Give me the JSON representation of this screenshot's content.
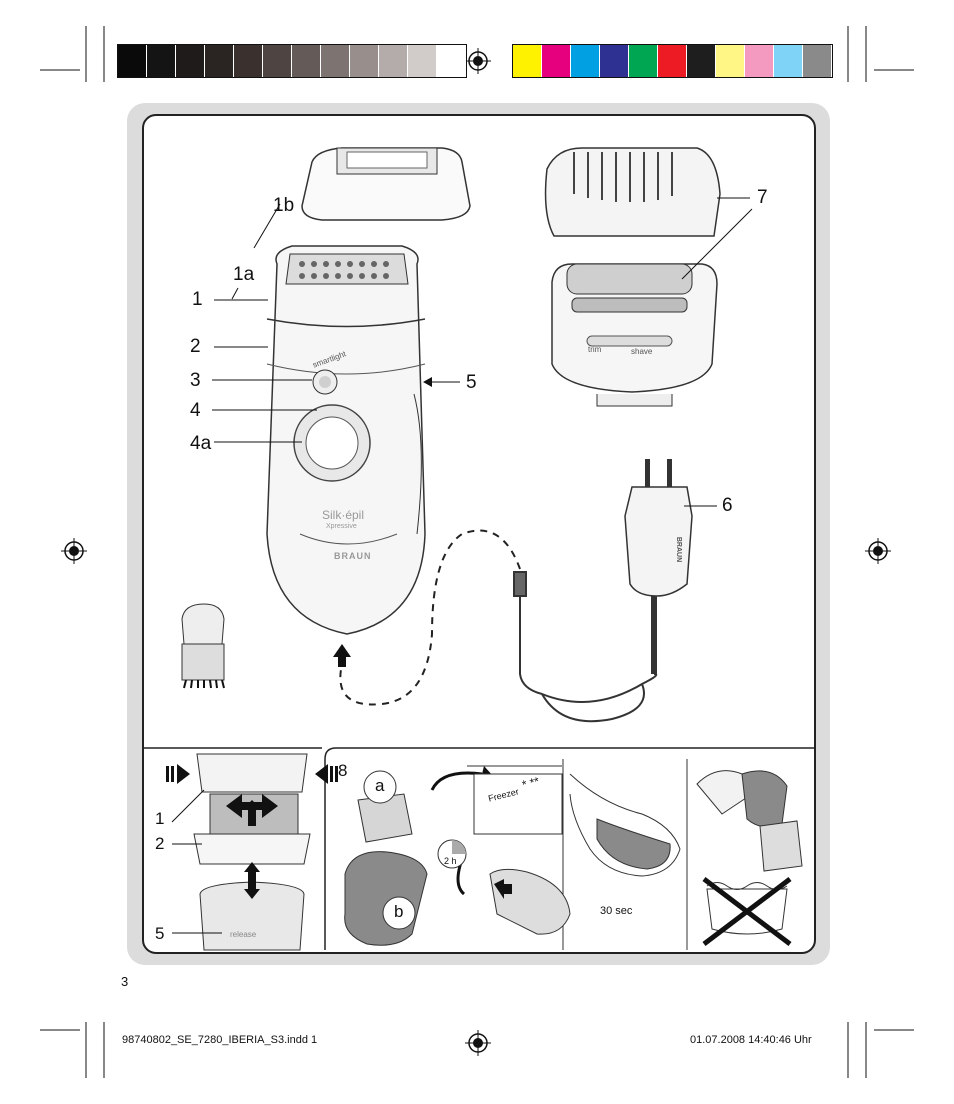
{
  "gray_swatches": [
    "#0a0a0a",
    "#141414",
    "#1e1b1a",
    "#2a2423",
    "#3a302e",
    "#4e4442",
    "#645a57",
    "#7d7370",
    "#988f8c",
    "#b3acaa",
    "#d1cbc9",
    "#ffffff"
  ],
  "color_swatches": [
    "#fff200",
    "#e6007e",
    "#00a0e3",
    "#2e3192",
    "#00a651",
    "#ed1c24",
    "#1e1e1e",
    "#fff685",
    "#f49ac1",
    "#7fd3f7",
    "#8a8a8a"
  ],
  "main_labels": {
    "l1b": "1b",
    "l1a": "1a",
    "l1": "1",
    "l2": "2",
    "l3": "3",
    "l4": "4",
    "l4a": "4a",
    "l5": "5",
    "l6": "6",
    "l7": "7"
  },
  "device_text": {
    "smartlight": "smartlight",
    "brand_line1": "Silk·épil",
    "brand_line2": "Xpressive",
    "logo": "BRAUN",
    "trim": "trim",
    "shave": "shave",
    "plug_brand": "BRAUN"
  },
  "panel_bottom_left": {
    "l1": "1",
    "l2": "2",
    "l5": "5",
    "release": "release"
  },
  "panel_8": {
    "number": "8",
    "a": "a",
    "b": "b",
    "freezer": "Freezer",
    "stars": "* **",
    "time": "2 h",
    "sec": "30 sec"
  },
  "page_number": "3",
  "footer": {
    "file": "98740802_SE_7280_IBERIA_S3.indd   1",
    "datetime": "01.07.2008   14:40:46 Uhr"
  },
  "colors": {
    "frame_gray": "#dcdcdc",
    "outline": "#222222"
  }
}
